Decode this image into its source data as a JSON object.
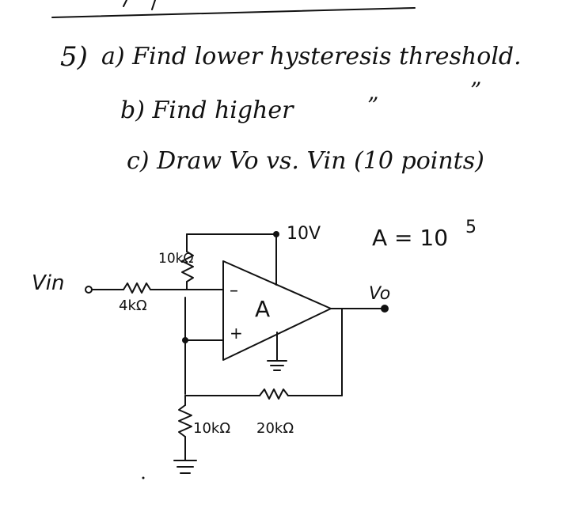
{
  "header": {
    "top_fragment": "(/) /"
  },
  "question": {
    "number": "5)",
    "parts": [
      {
        "label": "a)",
        "text": "Find lower hysteresis threshold."
      },
      {
        "label": "b)",
        "text": "Find higher"
      },
      {
        "label": "c)",
        "text": "Draw Vo vs. Vin (10 points)"
      }
    ],
    "ditto_mark": "”"
  },
  "circuit": {
    "supply": "10V",
    "gain": "A = 10",
    "gain_exponent": "5",
    "input_label": "Vin",
    "output_label": "Vo",
    "opamp_label": "A",
    "minus_sign": "–",
    "plus_sign": "+",
    "resistors": {
      "feedback_top": "10kΩ",
      "input": "4kΩ",
      "ground": "10kΩ",
      "feedback_bottom": "20kΩ"
    }
  }
}
